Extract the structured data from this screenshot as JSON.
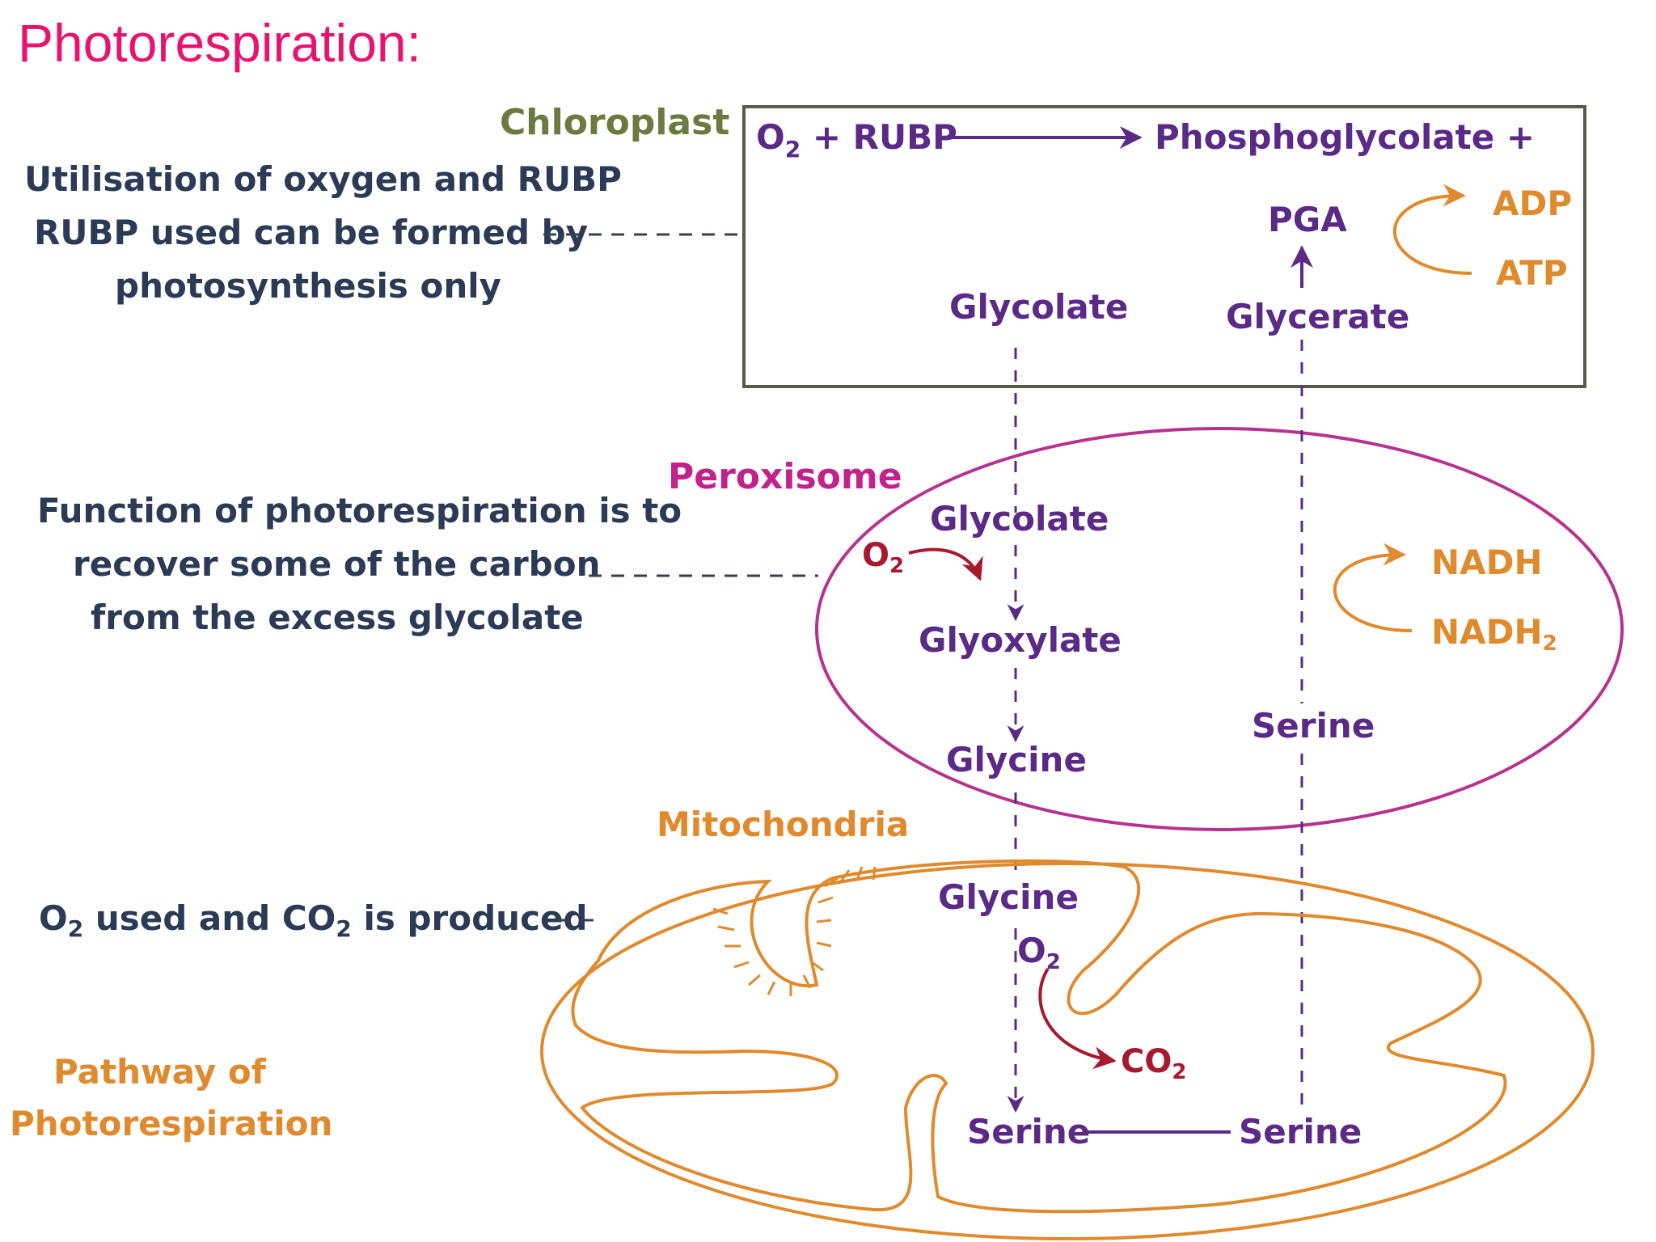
{
  "page": {
    "title": "Photorespiration:"
  },
  "compartments": {
    "chloroplast": "Chloroplast",
    "peroxisome": "Peroxisome",
    "mitochondria": "Mitochondria"
  },
  "notes": {
    "n1_line1": "Utilisation of oxygen and RUBP",
    "n1_line2": "RUBP used can be formed by",
    "n1_line3": "photosynthesis only",
    "n2_line1": "Function of photorespiration is to",
    "n2_line2": "recover some of the carbon",
    "n2_line3": "from the excess glycolate",
    "n3_pre": "O",
    "n3_sub1": "2",
    "n3_mid": " used and CO",
    "n3_sub2": "2",
    "n3_post": " is produced",
    "pathway_line1": "Pathway of",
    "pathway_line2": "Photorespiration"
  },
  "chloroplast": {
    "o2_rubp_pre": "O",
    "o2_rubp_sub": "2",
    "o2_rubp_post": " + RUBP",
    "phosphoglycolate": "Phosphoglycolate +",
    "pga": "PGA",
    "adp": "ADP",
    "atp": "ATP",
    "glycolate": "Glycolate",
    "glycerate": "Glycerate"
  },
  "peroxisome": {
    "glycolate": "Glycolate",
    "o2": "O",
    "o2_sub": "2",
    "glyoxylate": "Glyoxylate",
    "glycine": "Glycine",
    "nadh": "NADH",
    "nadh2": "NADH",
    "nadh2_sub": "2",
    "serine": "Serine"
  },
  "mitochondria": {
    "glycine": "Glycine",
    "o2": "O",
    "o2_sub": "2",
    "co2": "CO",
    "co2_sub": "2",
    "serine_left": "Serine",
    "serine_right": "Serine"
  },
  "colors": {
    "title": "#e8136f",
    "navy": "#2b3a55",
    "purple": "#5b2a86",
    "orange": "#e08a2e",
    "green": "#6b7a3e",
    "magenta": "#c2238a",
    "red": "#a6192e"
  }
}
